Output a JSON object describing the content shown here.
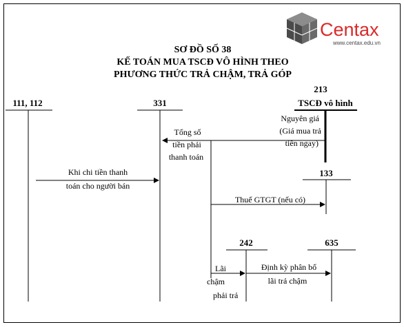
{
  "logo": {
    "brand": "Centax",
    "url": "www.centax.edu.vn",
    "brand_color": "#d92a2a",
    "cube_color": "#5a5a5a"
  },
  "title": {
    "line1": "SƠ ĐỒ SỐ 38",
    "line2": "KẾ TOÁN MUA TSCĐ VÔ HÌNH THEO",
    "line3": "PHƯƠNG THỨC TRẢ CHẬM, TRẢ GÓP"
  },
  "accounts": {
    "a111": "111, 112",
    "a331": "331",
    "a213_code": "213",
    "a213_name": "TSCĐ vô hình",
    "a133": "133",
    "a242": "242",
    "a635": "635"
  },
  "flows": {
    "nguyen_gia": [
      "Nguyên giá",
      "(Giá mua trả",
      "tiền ngay)"
    ],
    "tong_so": [
      "Tổng số",
      "tiền phải",
      "thanh toán"
    ],
    "khi_chi": [
      "Khi chi tiền thanh",
      "toán cho người bán"
    ],
    "thue": "Thuế GTGT (nếu có)",
    "lai_cham": [
      "Lãi",
      "chậm",
      "phải trả"
    ],
    "dinh_ky": [
      "Định kỳ phân bổ",
      "lãi trả chậm"
    ]
  }
}
